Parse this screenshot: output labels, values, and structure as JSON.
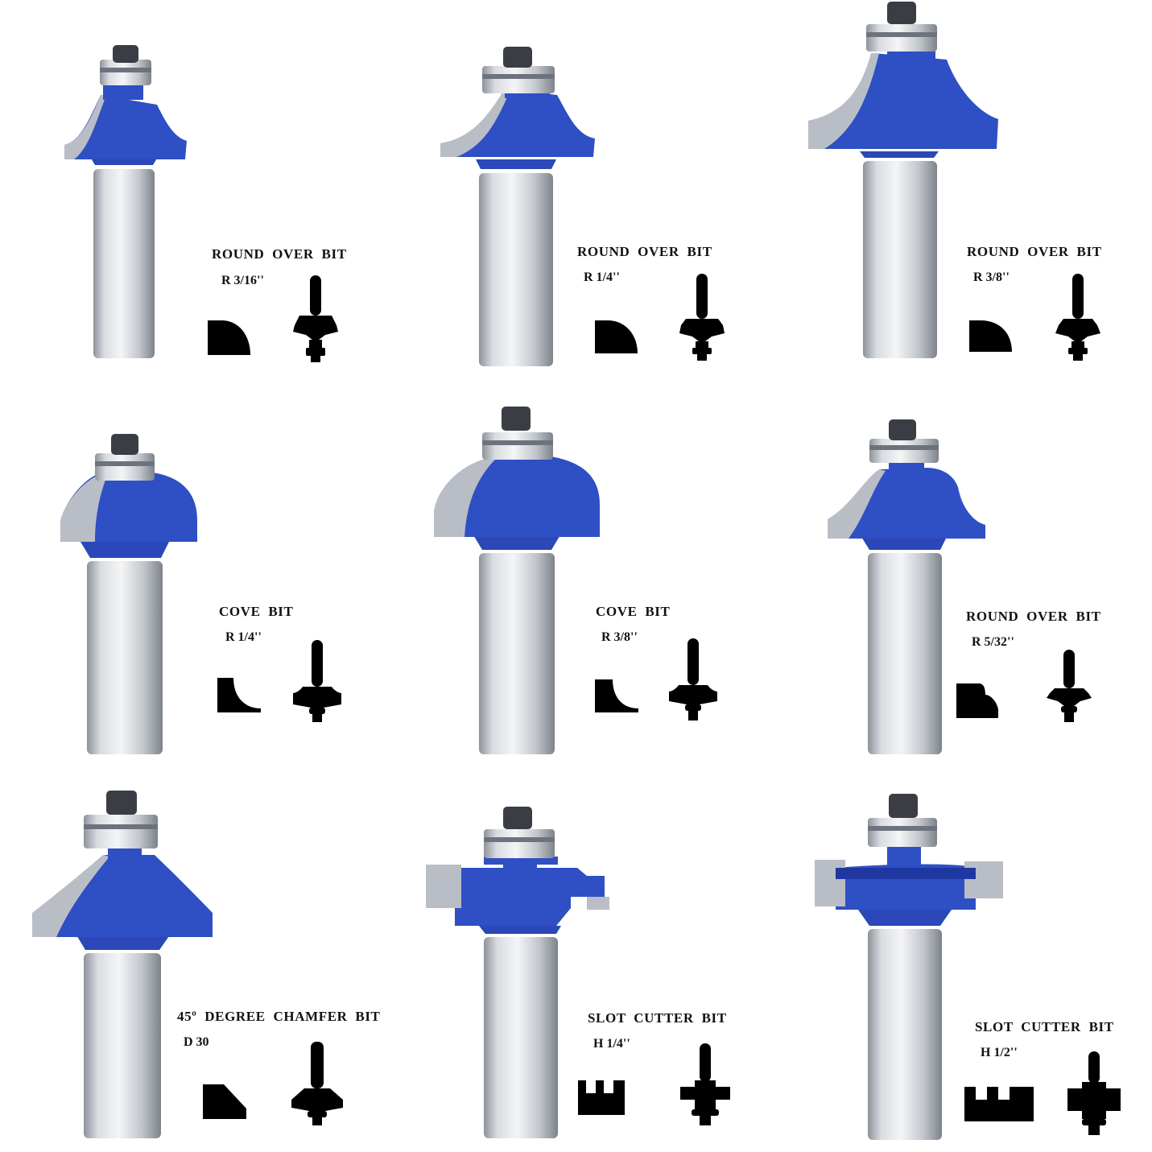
{
  "colors": {
    "bit_blue": "#2f4fc4",
    "bit_blue_dark": "#1f37a0",
    "steel": "#c8ccd2",
    "profile_black": "#000000"
  },
  "bits": [
    {
      "name": "ROUND OVER BIT",
      "size": "R 3/16''",
      "profile_icon": "round-over-profile-icon",
      "silhouette_icon": "round-over-bit-silhouette-icon"
    },
    {
      "name": "ROUND OVER BIT",
      "size": "R 1/4''",
      "profile_icon": "round-over-profile-icon",
      "silhouette_icon": "round-over-bit-silhouette-icon"
    },
    {
      "name": "ROUND OVER BIT",
      "size": "R 3/8''",
      "profile_icon": "round-over-profile-icon",
      "silhouette_icon": "round-over-bit-silhouette-icon"
    },
    {
      "name": "COVE BIT",
      "size": "R 1/4''",
      "profile_icon": "cove-profile-icon",
      "silhouette_icon": "cove-bit-silhouette-icon"
    },
    {
      "name": "COVE BIT",
      "size": "R 3/8''",
      "profile_icon": "cove-profile-icon",
      "silhouette_icon": "cove-bit-silhouette-icon"
    },
    {
      "name": "ROUND OVER BIT",
      "size": "R 5/32''",
      "profile_icon": "beading-profile-icon",
      "silhouette_icon": "round-over-bit-silhouette-icon"
    },
    {
      "name": "45º DEGREE CHAMFER BIT",
      "size": "D 30",
      "profile_icon": "chamfer-profile-icon",
      "silhouette_icon": "chamfer-bit-silhouette-icon"
    },
    {
      "name": "SLOT CUTTER BIT",
      "size": "H 1/4''",
      "profile_icon": "slot-profile-icon",
      "silhouette_icon": "slot-cutter-bit-silhouette-icon"
    },
    {
      "name": "SLOT CUTTER BIT",
      "size": "H 1/2''",
      "profile_icon": "slot-profile-icon",
      "silhouette_icon": "slot-cutter-bit-silhouette-icon"
    }
  ]
}
